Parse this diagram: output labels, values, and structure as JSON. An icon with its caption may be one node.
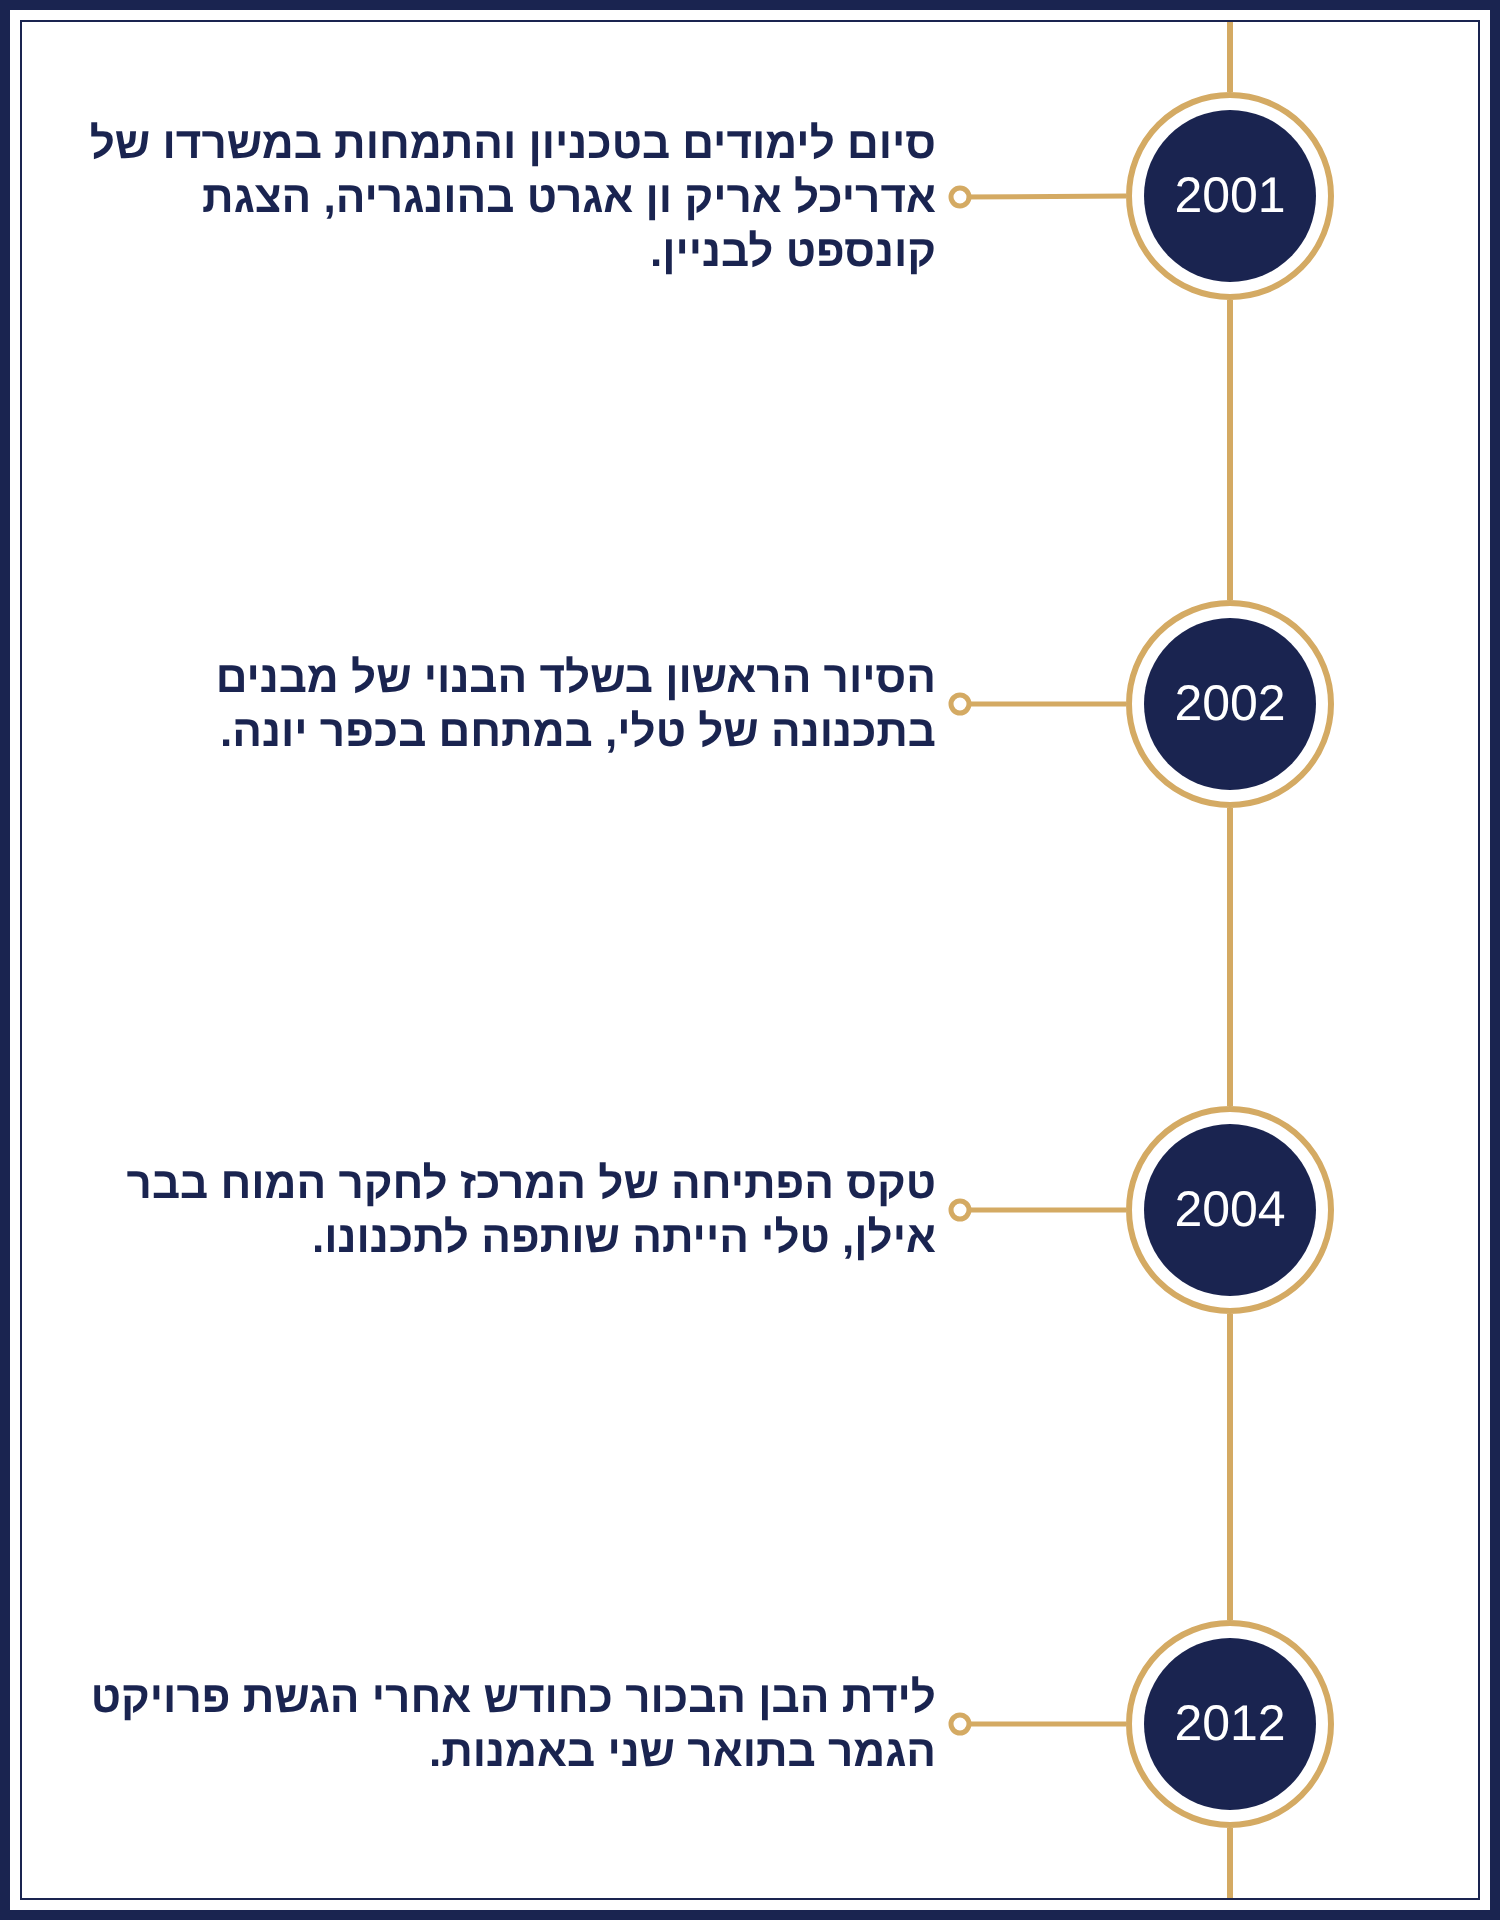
{
  "diagram": {
    "nodes": [
      {
        "text": [
          "2001"
        ]
      },
      {
        "text": [
          "סיום לימודים בטכניון והתמחות במשרדו של אדריכל אריק ון אגרט בהונגריה, הצגת קונספט לבניין."
        ]
      },
      {
        "text": [
          "2002"
        ]
      },
      {
        "text": [
          "הסיור הראשון בשלד הבנוי של מבנים בתכנונה של טלי, במתחם בכפר יונה."
        ]
      },
      {
        "text": [
          "2004"
        ]
      },
      {
        "text": [
          "טקס הפתיחה של המרכז לחקר המוח בבר אילן, טלי הייתה שותפה לתכנונו."
        ]
      },
      {
        "text": [
          "2012"
        ]
      },
      {
        "text": [
          "לידת הבן הבכור כחודש אחרי הגשת פרויקט הגמר בתואר שני באמנות."
        ]
      }
    ],
    "edges": [
      {
        "from": 1,
        "to": 0,
        "arrow": "other"
      },
      {
        "from": 3,
        "to": 2,
        "arrow": "other"
      },
      {
        "from": 5,
        "to": 4,
        "arrow": "other"
      },
      {
        "from": 7,
        "to": 6,
        "arrow": "other"
      },
      {
        "from": 0,
        "to": 2,
        "arrow": "none"
      },
      {
        "from": 2,
        "to": 4,
        "arrow": "none"
      },
      {
        "from": 4,
        "to": 6,
        "arrow": "none"
      }
    ]
  }
}
